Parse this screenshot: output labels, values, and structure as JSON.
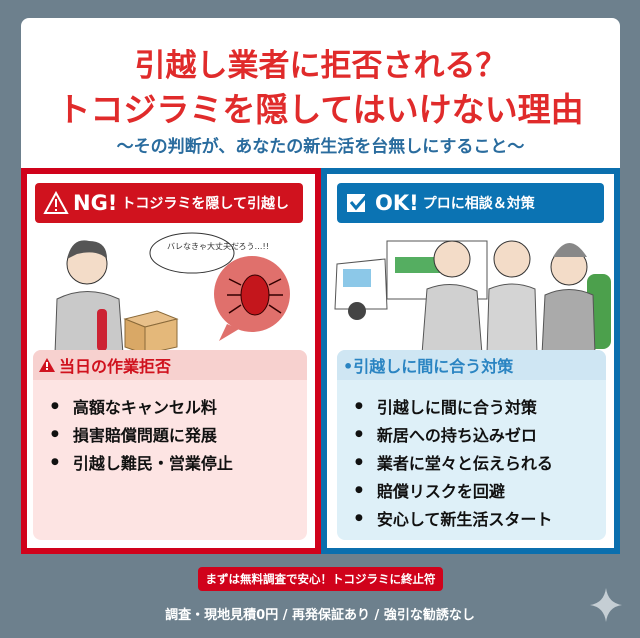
{
  "header": {
    "title_line1": "引越し業者に拒否される？",
    "title_line2": "トコジラミを隠してはいけない理由",
    "subtitle": "〜その判断が、あなたの新生活を台無しにすること〜"
  },
  "ng": {
    "badge": "NG!",
    "heading": "トコジラミを隠して引越し",
    "speech": "バレなきゃ大丈夫だろう…!!",
    "box_title": "当日の作業拒否",
    "items": [
      "高額なキャンセル料",
      "損害賠償問題に発展",
      "引越し難民・営業停止"
    ],
    "color": "#d0021b"
  },
  "ok": {
    "badge": "OK!",
    "heading": "プロに相談＆対策",
    "box_title": "•引越しに間に合う対策",
    "items": [
      "引越しに間に合う対策",
      "新居への持ち込みゼロ",
      "業者に堂々と伝えられる",
      "賠償リスクを回避",
      "安心して新生活スタート"
    ],
    "color": "#0b6fae"
  },
  "cta": {
    "label": "まずは無料調査で安心！トコジラミに終止符"
  },
  "footer": {
    "text": "調査・現地見積0円 / 再発保証あり / 強引な勧誘なし"
  },
  "icons": [
    "warning-icon",
    "checkbox-icon",
    "sparkle-icon"
  ]
}
